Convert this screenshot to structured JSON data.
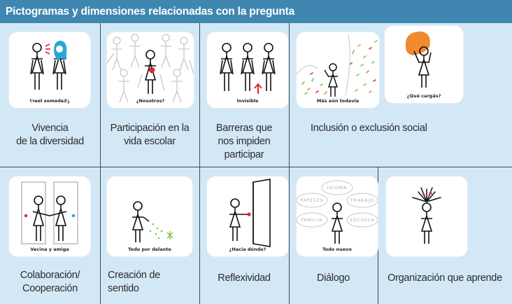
{
  "header": {
    "title": "Pictogramas y dimensiones relacionadas con la pregunta"
  },
  "colors": {
    "header": "#3f87b0",
    "panel": "#d3e8f6",
    "accent_red": "#e0282e",
    "accent_blue": "#2aa6d6",
    "accent_orange": "#f08a2c",
    "accent_green": "#7cc24a"
  },
  "cards": {
    "c1": {
      "caption": "¿Sabemos leer?",
      "icon": "two-women-speech-icon"
    },
    "c2": {
      "caption": "¿Nosotros?",
      "icon": "crowd-heart-icon"
    },
    "c3": {
      "caption": "Invisible",
      "icon": "three-women-arrow-icon"
    },
    "c4": {
      "caption": "Más aún todavía",
      "icon": "confetti-woman-icon"
    },
    "c5": {
      "caption": "¿Qué cargás?",
      "icon": "woman-carrying-load-icon"
    },
    "c6": {
      "caption": "Vecina y amiga",
      "icon": "two-women-door-icon"
    },
    "c7": {
      "caption": "Todo por delante",
      "icon": "woman-seeds-icon"
    },
    "c8": {
      "caption": "¿Hacia dónde?",
      "icon": "woman-door-icon"
    },
    "c9": {
      "caption": "Todo nuevo",
      "icon": "word-bubbles-icon"
    },
    "c10": {
      "caption": "",
      "icon": "mind-explosion-icon"
    }
  },
  "bubbles": {
    "b1": "IDIOMA",
    "b2": "PAPELES",
    "b3": "TRABAJO",
    "b4": "FAMILIA",
    "b5": "ESCUELA"
  },
  "labels": {
    "l1": "Vivencia",
    "l1b": "de la diversidad",
    "l2": "Participación en la",
    "l2b": "vida escolar",
    "l3": "Barreras que",
    "l3b": "nos impiden",
    "l3c": "participar",
    "l4": "Inclusión o exclusión social",
    "l6": "Colaboración/",
    "l6b": "Cooperación",
    "l7": "Creación de",
    "l7b": "sentido",
    "l8": "Reflexividad",
    "l9": "Diálogo",
    "l10": "Organización que aprende"
  }
}
